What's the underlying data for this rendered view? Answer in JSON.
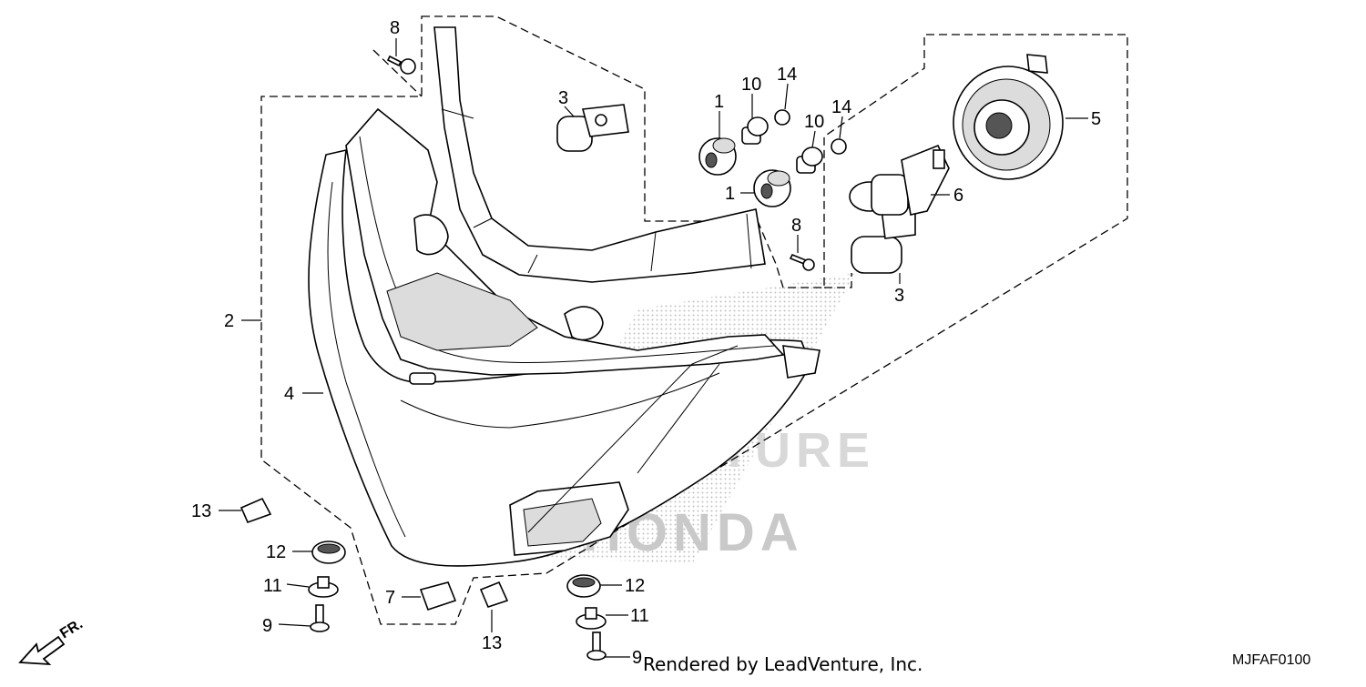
{
  "diagram": {
    "code": "MJFAF0100",
    "credit": "Rendered by LeadVenture, Inc.",
    "watermark": "LEADVENTURE",
    "direction_label": "FR.",
    "callouts": {
      "c1a": "1",
      "c1b": "1",
      "c2": "2",
      "c3a": "3",
      "c3b": "3",
      "c4": "4",
      "c5": "5",
      "c6": "6",
      "c7": "7",
      "c8a": "8",
      "c8b": "8",
      "c9a": "9",
      "c9b": "9",
      "c10a": "10",
      "c10b": "10",
      "c11a": "11",
      "c11b": "11",
      "c12a": "12",
      "c12b": "12",
      "c13a": "13",
      "c13b": "13",
      "c14a": "14",
      "c14b": "14"
    }
  }
}
